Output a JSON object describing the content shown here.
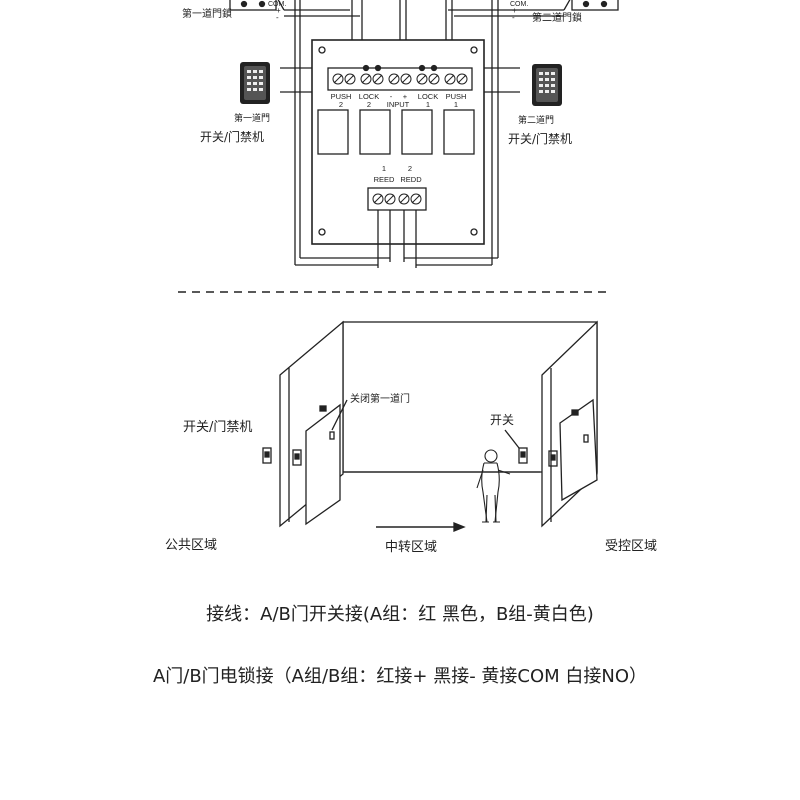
{
  "wiring": {
    "com_left": "COM.",
    "com_right": "COM.",
    "plus": "+",
    "minus": "-",
    "lock1_label": "第一道門鎖",
    "lock2_label": "第二道門鎖",
    "left_door_label": "第一道門",
    "right_door_label": "第二道門",
    "left_device_label": "开关/门禁机",
    "right_device_label": "开关/门禁机",
    "terminals": {
      "push2_top": "PUSH",
      "push2_bottom": "2",
      "lock2_top": "LOCK",
      "lock2_bottom": "2",
      "input_minus": "-",
      "input_plus": "+",
      "input_label": "INPUT",
      "lock1_top": "LOCK",
      "lock1_bottom": "1",
      "push1_top": "PUSH",
      "push1_bottom": "1"
    },
    "reed1_num": "1",
    "reed2_num": "2",
    "reed1_label": "REED",
    "reed2_label": "REDD"
  },
  "room": {
    "left_device_label": "开关/门禁机",
    "close_door_label": "关闭第一道门",
    "switch_label": "开关",
    "public_area": "公共区域",
    "transit_area": "中转区域",
    "controlled_area": "受控区域"
  },
  "captions": {
    "line1": "接线：A/B门开关接(A组：红 黑色，B组-黄白色)",
    "line2": "A门/B门电锁接（A组/B组：红接+ 黑接- 黄接COM 白接NO）"
  }
}
